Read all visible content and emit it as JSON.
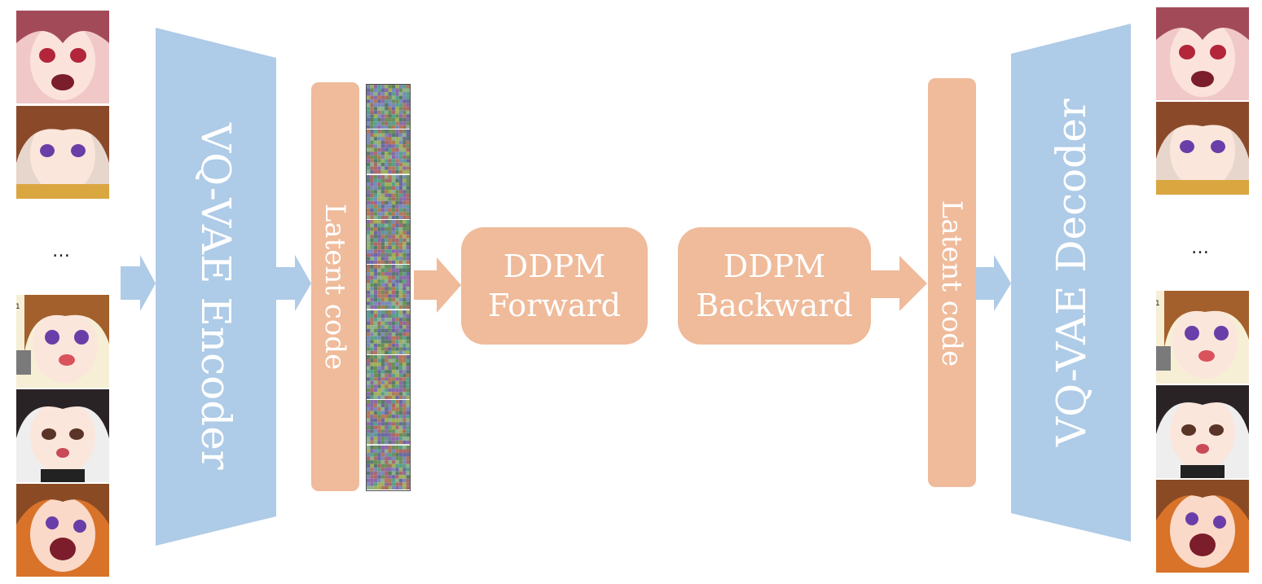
{
  "encoder": {
    "label": "VQ-VAE Encoder"
  },
  "decoder": {
    "label": "VQ-VAE Decoder"
  },
  "latent_left": {
    "label": "Latent code"
  },
  "latent_right": {
    "label": "Latent code"
  },
  "ddpm_forward": {
    "line1": "DDPM",
    "line2": "Forward"
  },
  "ddpm_backward": {
    "line1": "DDPM",
    "line2": "Backward"
  },
  "input_images": {
    "ellipsis": "…",
    "tiny_label": "1"
  },
  "output_images": {
    "ellipsis": "…",
    "tiny_label": "1"
  },
  "colors": {
    "blue": "#aecbe7",
    "peach": "#efbb9b",
    "text": "#ffffff"
  }
}
